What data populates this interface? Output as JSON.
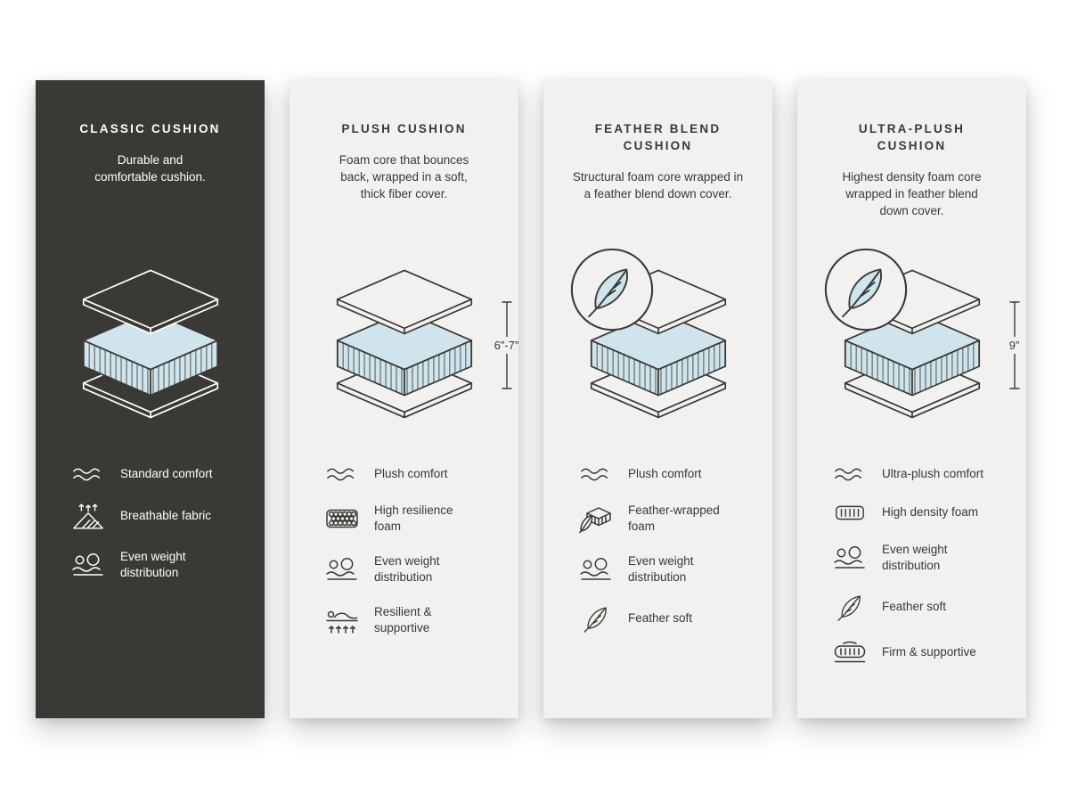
{
  "colors": {
    "dark_panel": "#3b3935",
    "light_panel": "#f2f1ef",
    "foam_blue": "#cfe4ec",
    "outline": "#3b3935",
    "text_on_dark": "#ffffff"
  },
  "panels": [
    {
      "id": "classic-cushion",
      "theme": "dark",
      "title": "CLASSIC CUSHION",
      "description": "Durable and\ncomfortable cushion.",
      "illustration": "layered-cushion-diagram",
      "features": [
        {
          "icon": "wave-icon",
          "label": "Standard comfort"
        },
        {
          "icon": "breathable-fabric-icon",
          "label": "Breathable fabric"
        },
        {
          "icon": "weight-distribution-icon",
          "label": "Even weight\ndistribution"
        }
      ]
    },
    {
      "id": "plush-cushion",
      "theme": "light",
      "title": "PLUSH CUSHION",
      "description": "Foam core that bounces\nback, wrapped in a soft,\nthick fiber cover.",
      "illustration": "layered-cushion-diagram",
      "dimension": "6”-7”",
      "features": [
        {
          "icon": "wave-icon",
          "label": "Plush comfort"
        },
        {
          "icon": "foam-bubbles-icon",
          "label": "High resilience\nfoam"
        },
        {
          "icon": "weight-distribution-icon",
          "label": "Even weight\ndistribution"
        },
        {
          "icon": "resilient-support-icon",
          "label": "Resilient &\nsupportive"
        }
      ]
    },
    {
      "id": "feather-blend-cushion",
      "theme": "light",
      "title": "FEATHER BLEND\nCUSHION",
      "description": "Structural foam core wrapped in\na feather blend down cover.",
      "illustration": "layered-cushion-diagram",
      "badge": "feather-badge-icon",
      "features": [
        {
          "icon": "wave-icon",
          "label": "Plush comfort"
        },
        {
          "icon": "feather-foam-icon",
          "label": "Feather-wrapped\nfoam"
        },
        {
          "icon": "weight-distribution-icon",
          "label": "Even weight\ndistribution"
        },
        {
          "icon": "feather-icon",
          "label": "Feather soft"
        }
      ]
    },
    {
      "id": "ultra-plush-cushion",
      "theme": "light",
      "title": "ULTRA-PLUSH\nCUSHION",
      "description": "Highest density foam core\nwrapped in feather blend\ndown cover.",
      "illustration": "layered-cushion-diagram",
      "badge": "feather-badge-icon",
      "dimension": "9”",
      "features": [
        {
          "icon": "wave-icon",
          "label": "Ultra-plush comfort"
        },
        {
          "icon": "density-foam-icon",
          "label": "High density foam"
        },
        {
          "icon": "weight-distribution-icon",
          "label": "Even weight\ndistribution"
        },
        {
          "icon": "feather-icon",
          "label": "Feather soft"
        },
        {
          "icon": "firm-support-icon",
          "label": "Firm & supportive"
        }
      ]
    }
  ]
}
